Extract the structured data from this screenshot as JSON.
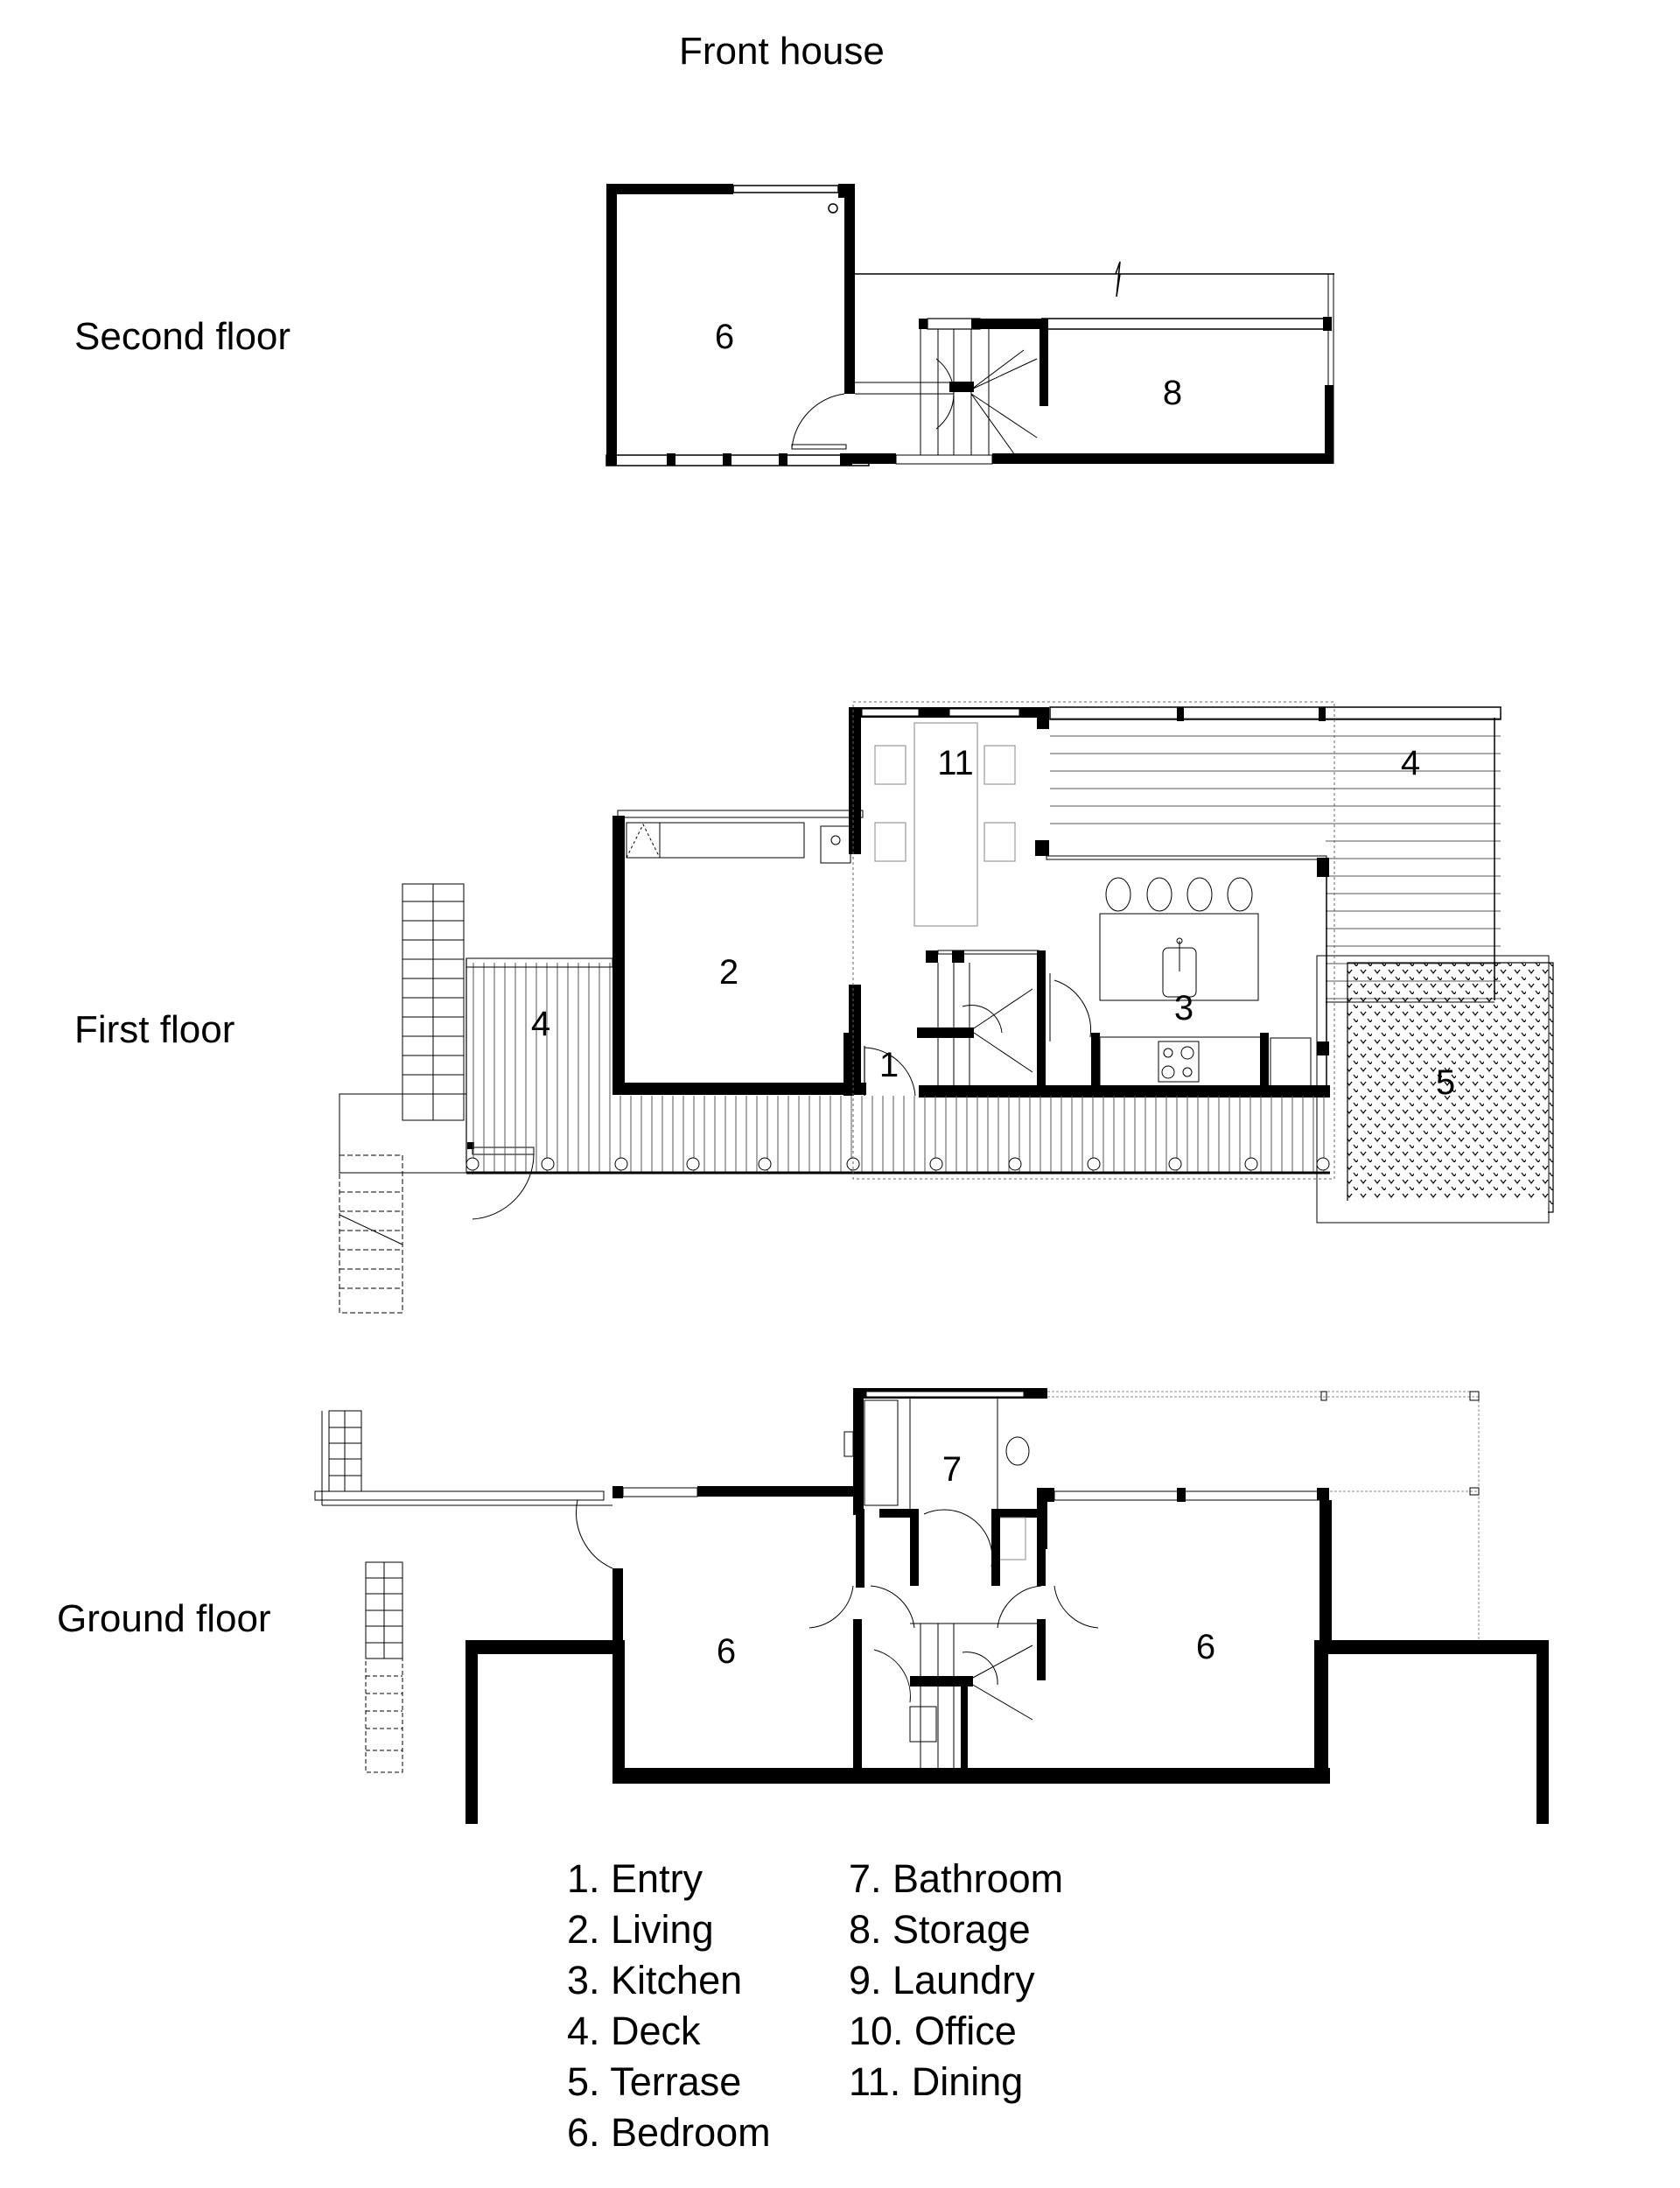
{
  "title": "Front house",
  "floors": [
    {
      "label": "Second floor",
      "rooms": [
        {
          "num": "6"
        },
        {
          "num": "8"
        }
      ]
    },
    {
      "label": "First floor",
      "rooms": [
        {
          "num": "11"
        },
        {
          "num": "4"
        },
        {
          "num": "2"
        },
        {
          "num": "4"
        },
        {
          "num": "3"
        },
        {
          "num": "1"
        },
        {
          "num": "5"
        }
      ]
    },
    {
      "label": "Ground floor",
      "rooms": [
        {
          "num": "7"
        },
        {
          "num": "6"
        },
        {
          "num": "6"
        }
      ]
    }
  ],
  "legend": [
    "1. Entry",
    "7. Bathroom",
    "2. Living",
    "8. Storage",
    "3. Kitchen",
    "9. Laundry",
    "4. Deck",
    "10. Office",
    "5. Terrase",
    "11. Dining",
    "6. Bedroom",
    ""
  ]
}
